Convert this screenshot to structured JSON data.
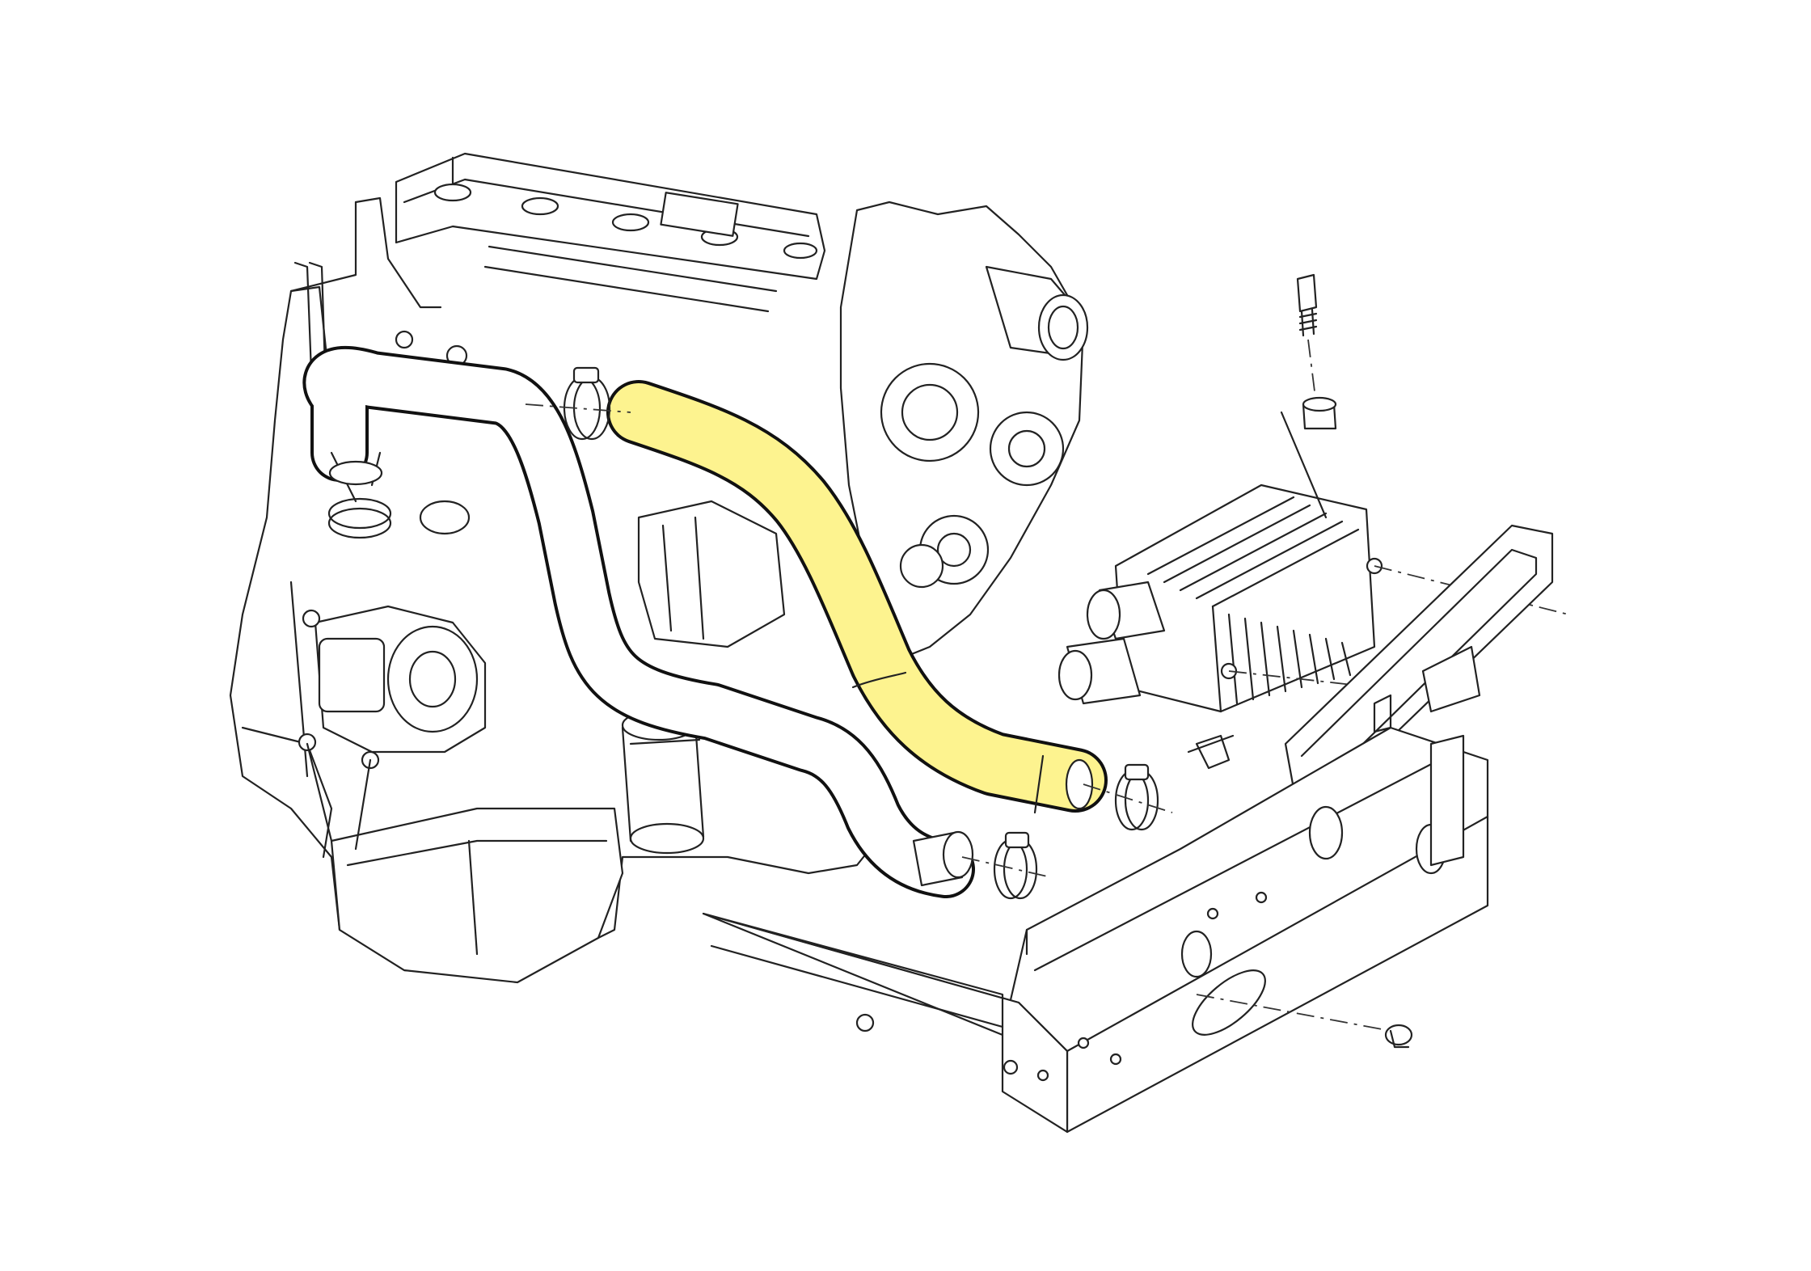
{
  "diagram": {
    "highlight_color": "#fdf38f",
    "line_color": "#222222",
    "background": "#ffffff",
    "parts": [
      "engine-block",
      "upper-hose",
      "lower-hose",
      "hose-clamps",
      "oil-filter",
      "heater-core",
      "mounting-bolt",
      "rubber-grommet",
      "heater-gasket",
      "front-bracket",
      "flange-nut"
    ]
  }
}
